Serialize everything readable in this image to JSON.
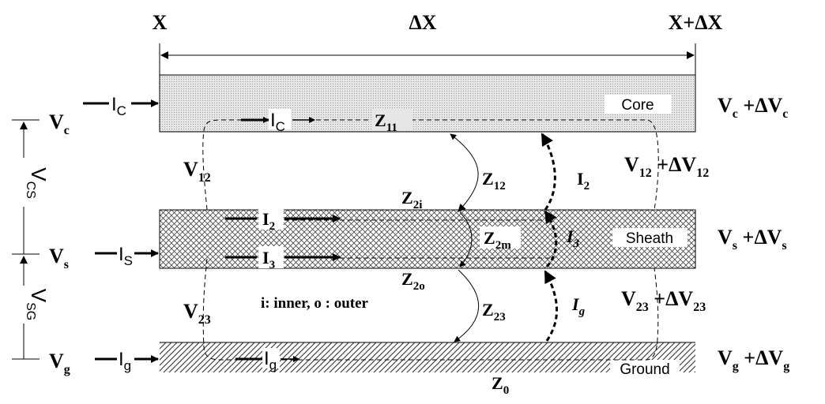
{
  "header": {
    "x": "X",
    "dx": "ΔX",
    "xdx": "X+ΔX"
  },
  "layers": {
    "core": "Core",
    "sheath": "Sheath",
    "ground": "Ground"
  },
  "left_voltages": {
    "vc": {
      "main": "V",
      "sub": "c"
    },
    "vs": {
      "main": "V",
      "sub": "s"
    },
    "vg": {
      "main": "V",
      "sub": "g"
    },
    "v12": {
      "main": "V",
      "sub": "12"
    },
    "v23": {
      "main": "V",
      "sub": "23"
    }
  },
  "right_voltages": {
    "vc": {
      "main": "V",
      "sub": "c",
      "delta": " +ΔV",
      "dsub": "c"
    },
    "vs": {
      "main": "V",
      "sub": "s",
      "delta": " +ΔV",
      "dsub": "s"
    },
    "vg": {
      "main": "V",
      "sub": "g",
      "delta": " +ΔV",
      "dsub": "g"
    },
    "v12": {
      "main": "V",
      "sub": "12",
      "delta": " +ΔV",
      "dsub": "12"
    },
    "v23": {
      "main": "V",
      "sub": "23",
      "delta": " +ΔV",
      "dsub": "23"
    }
  },
  "vertical_labels": {
    "vcs": {
      "main": "V",
      "sub": "CS"
    },
    "vsg": {
      "main": "V",
      "sub": "SG"
    }
  },
  "currents": {
    "ic": {
      "main": "I",
      "sub": "C"
    },
    "is": {
      "main": "I",
      "sub": "S"
    },
    "ig": {
      "main": "I",
      "sub": "g"
    },
    "i2": {
      "main": "I",
      "sub": "2"
    },
    "i3": {
      "main": "I",
      "sub": "3"
    }
  },
  "impedances": {
    "z11": {
      "main": "Z",
      "sub": "11"
    },
    "z12": {
      "main": "Z",
      "sub": "12"
    },
    "z2i": {
      "main": "Z",
      "sub": "2i"
    },
    "z2m": {
      "main": "Z",
      "sub": "2m"
    },
    "z2o": {
      "main": "Z",
      "sub": "2o"
    },
    "z23": {
      "main": "Z",
      "sub": "23"
    },
    "z0": {
      "main": "Z",
      "sub": "0"
    }
  },
  "note": "i: inner, o : outer"
}
